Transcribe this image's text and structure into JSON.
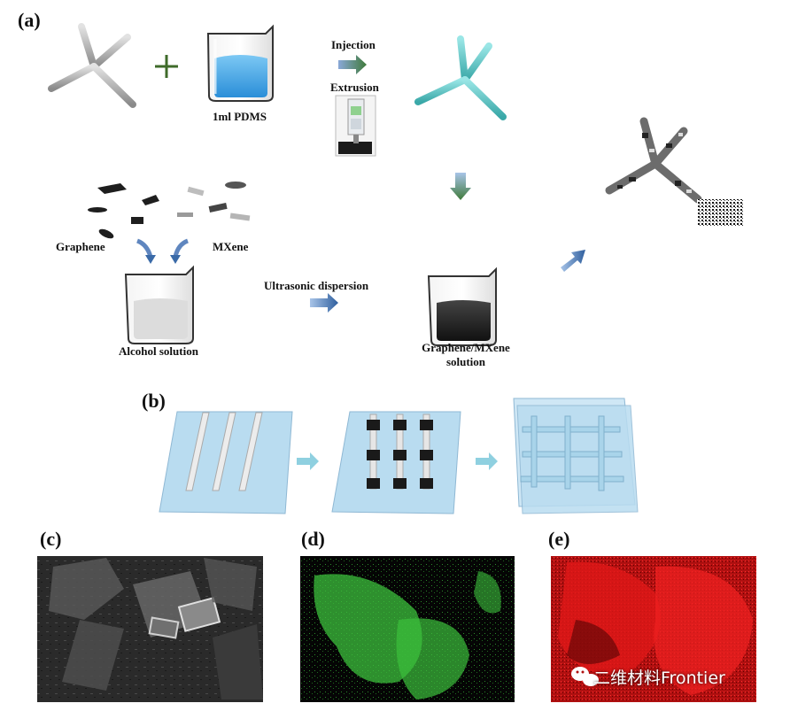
{
  "panels": {
    "a": "(a)",
    "b": "(b)",
    "c": "(c)",
    "d": "(d)",
    "e": "(e)"
  },
  "labels": {
    "pdms": "1ml PDMS",
    "injection": "Injection",
    "extrusion": "Extrusion",
    "graphene": "Graphene",
    "mxene": "MXene",
    "alcohol": "Alcohol solution",
    "ultrasonic": "Ultrasonic dispersion",
    "solution_line1": "Graphene/MXene",
    "solution_line2": "solution"
  },
  "watermark": {
    "text": "二维材料Frontier",
    "icon": "wechat-icon"
  },
  "colors": {
    "liquid_pdms": "#3aa6e6",
    "tetrapod_coated": "#5cc8c8",
    "arrow_green": "#3f7a3a",
    "arrow_blue": "#3a6aa8",
    "substrate": "#b9dcf0",
    "eds_green": "#3cbf3c",
    "eds_red": "#e01818"
  }
}
